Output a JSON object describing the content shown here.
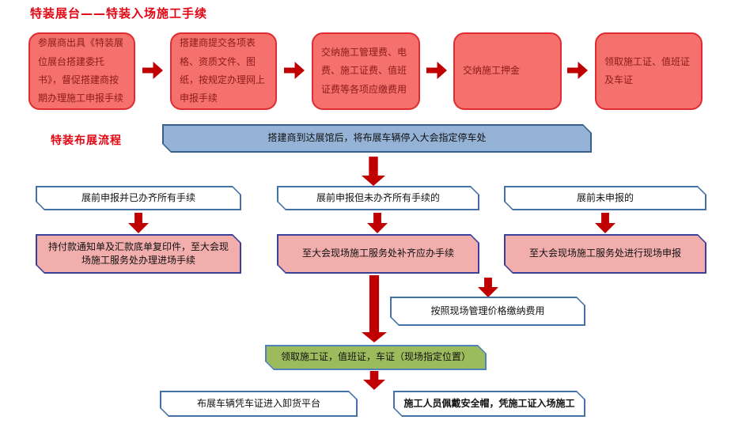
{
  "page": {
    "title": "特装展台——特装入场施工手续",
    "section_label": "特装布展流程"
  },
  "colors": {
    "title_red": "#e30613",
    "step_fill": "#f4716d",
    "step_border": "#e02b2f",
    "step_text": "#8e1b1b",
    "arrow_red": "#c00000",
    "parking_fill": "#95b3d7",
    "branch_fill": "#f2aeac",
    "collect_fill": "#9cbb5c",
    "box_border_blue": "#4472a8"
  },
  "top_flow": {
    "steps": [
      {
        "label": "参展商出具《特装展位展台搭建委托书》，督促搭建商按期办理施工申报手续"
      },
      {
        "label": "搭建商提交各项表格、资质文件、图纸，按规定办理网上申报手续"
      },
      {
        "label": "交纳施工管理费、电费、施工证费、值班证费等各项应缴费用"
      },
      {
        "label": "交纳施工押金"
      },
      {
        "label": "领取施工证、值班证及车证"
      }
    ]
  },
  "flow": {
    "parking": "搭建商到达展馆后，将布展车辆停入大会指定停车处",
    "branches": [
      {
        "condition": "展前申报并已办齐所有手续",
        "action": "持付款通知单及汇款底单复印件，至大会现场施工服务处办理进场手续"
      },
      {
        "condition": "展前申报但未办齐所有手续的",
        "action": "至大会现场施工服务处补齐应办手续"
      },
      {
        "condition": "展前未申报的",
        "action": "至大会现场施工服务处进行现场申报"
      }
    ],
    "onsite_payment": "按照现场管理价格缴纳费用",
    "collect": "领取施工证，值班证，车证（现场指定位置）",
    "unload": "布展车辆凭车证进入卸货平台",
    "construction": "施工人员佩戴安全帽，凭施工证入场施工"
  }
}
